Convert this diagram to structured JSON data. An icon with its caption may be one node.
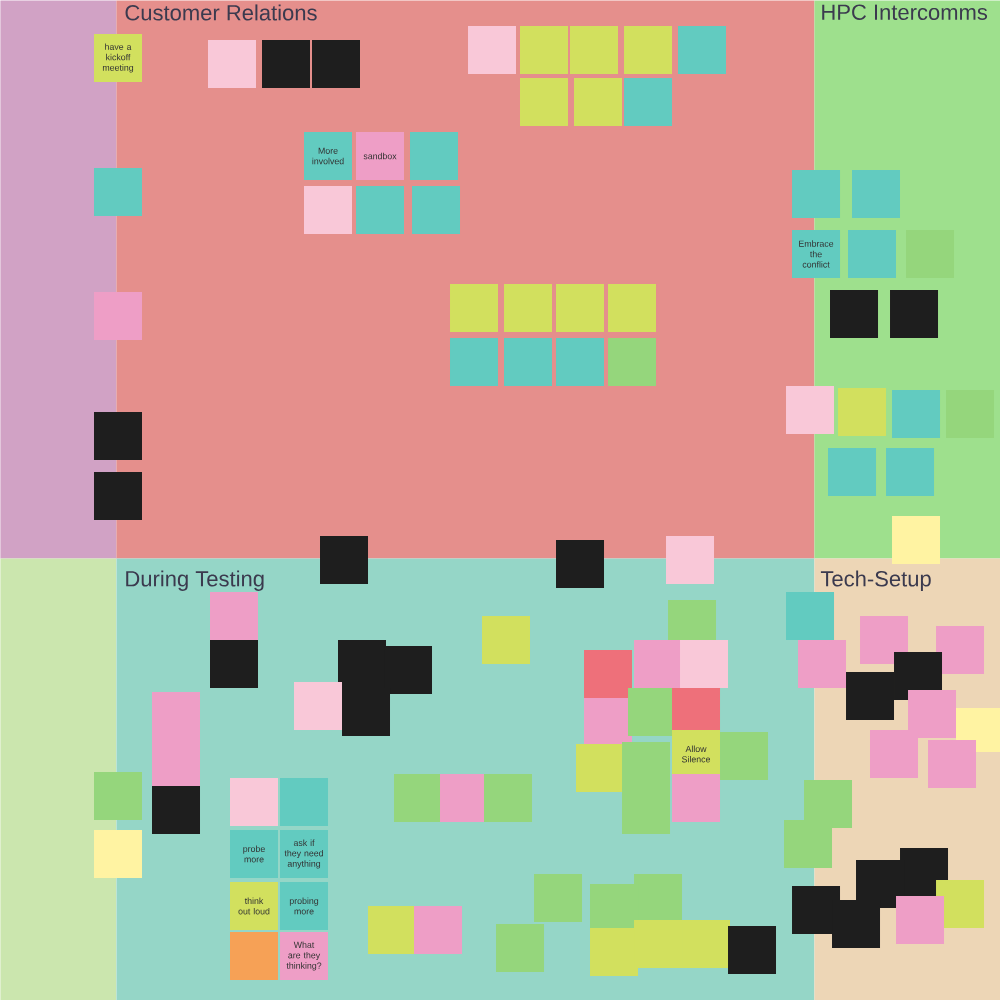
{
  "diagram": {
    "nodes": [
      {
        "text": [],
        "shape": "box"
      },
      {
        "text": [
          "Customer Relations"
        ]
      },
      {
        "text": [
          "HPC Intercomms"
        ]
      },
      {
        "text": [],
        "shape": "box"
      },
      {
        "text": [
          "During Testing"
        ]
      },
      {
        "text": [
          "Tech-Setup"
        ]
      },
      {
        "text": [
          "have a kickoff meeting"
        ]
      },
      {
        "text": [],
        "shape": "box",
        "in": 1
      },
      {
        "text": [],
        "shape": "box",
        "in": 1
      },
      {
        "text": [],
        "shape": "box",
        "in": 1
      },
      {
        "text": [],
        "shape": "box",
        "in": 1
      },
      {
        "text": [],
        "shape": "box",
        "in": 1
      },
      {
        "text": [],
        "shape": "box",
        "in": 1
      },
      {
        "text": [],
        "shape": "box",
        "in": 1
      },
      {
        "text": [],
        "shape": "box",
        "in": 1
      },
      {
        "text": [],
        "shape": "box",
        "in": 1
      },
      {
        "text": [],
        "shape": "box",
        "in": 1
      },
      {
        "text": [],
        "shape": "box",
        "in": 1
      },
      {
        "text": [
          "More involved"
        ],
        "in": 1
      },
      {
        "text": [
          "sandbox"
        ],
        "in": 1
      },
      {
        "text": [],
        "shape": "box",
        "in": 1
      },
      {
        "text": [],
        "shape": "box"
      },
      {
        "text": [],
        "shape": "box"
      },
      {
        "text": [],
        "shape": "box",
        "in": 2
      },
      {
        "text": [],
        "shape": "box",
        "in": 1
      },
      {
        "text": [],
        "shape": "box",
        "in": 1
      },
      {
        "text": [],
        "shape": "box",
        "in": 1
      },
      {
        "text": [
          "Embrace the conflict"
        ]
      },
      {
        "text": [],
        "shape": "box",
        "in": 2
      },
      {
        "text": [],
        "shape": "box",
        "in": 2
      },
      {
        "text": [],
        "shape": "box",
        "in": 1
      },
      {
        "text": [],
        "shape": "box",
        "in": 1
      },
      {
        "text": [],
        "shape": "box",
        "in": 1
      },
      {
        "text": [],
        "shape": "box",
        "in": 1
      },
      {
        "text": [],
        "shape": "box",
        "in": 2
      },
      {
        "text": [],
        "shape": "box",
        "in": 2
      },
      {
        "text": [],
        "shape": "box"
      },
      {
        "text": [],
        "shape": "box",
        "in": 1
      },
      {
        "text": [],
        "shape": "box",
        "in": 1
      },
      {
        "text": [],
        "shape": "box",
        "in": 1
      },
      {
        "text": [],
        "shape": "box",
        "in": 1
      },
      {
        "text": [],
        "shape": "box"
      },
      {
        "text": [],
        "shape": "box",
        "in": 2
      },
      {
        "text": [],
        "shape": "box",
        "in": 2
      },
      {
        "text": [],
        "shape": "box",
        "in": 2
      },
      {
        "text": [],
        "shape": "box"
      },
      {
        "text": [],
        "shape": "box",
        "in": 2
      },
      {
        "text": [],
        "shape": "box",
        "in": 2
      },
      {
        "text": [],
        "shape": "box"
      },
      {
        "text": [],
        "shape": "box"
      },
      {
        "text": [],
        "shape": "box"
      },
      {
        "text": [],
        "shape": "box"
      },
      {
        "text": [],
        "shape": "box"
      },
      {
        "text": [],
        "shape": "box",
        "in": 4
      },
      {
        "text": [],
        "shape": "box"
      },
      {
        "text": [],
        "shape": "box",
        "in": 4
      },
      {
        "text": [],
        "shape": "box",
        "in": 4
      },
      {
        "text": [],
        "shape": "box",
        "in": 5
      },
      {
        "text": [],
        "shape": "box",
        "in": 5
      },
      {
        "text": [],
        "shape": "box",
        "in": 4
      },
      {
        "text": [],
        "shape": "box",
        "in": 4
      },
      {
        "text": [],
        "shape": "box",
        "in": 4
      },
      {
        "text": [],
        "shape": "box",
        "in": 4
      },
      {
        "text": [],
        "shape": "box",
        "in": 4
      },
      {
        "text": [],
        "shape": "box",
        "in": 4
      },
      {
        "text": [],
        "shape": "box"
      },
      {
        "text": [],
        "shape": "box",
        "in": 5
      },
      {
        "text": [],
        "shape": "box",
        "in": 5
      },
      {
        "text": [],
        "shape": "box",
        "in": 4
      },
      {
        "text": [],
        "shape": "box",
        "in": 4
      },
      {
        "text": [],
        "shape": "box",
        "in": 4
      },
      {
        "text": [],
        "shape": "box",
        "in": 4
      },
      {
        "text": [],
        "shape": "box",
        "in": 4
      },
      {
        "text": [],
        "shape": "box",
        "in": 4
      },
      {
        "text": [],
        "shape": "box",
        "in": 5
      },
      {
        "text": [],
        "shape": "box",
        "in": 5
      },
      {
        "text": [
          "Allow Silence"
        ],
        "in": 4
      },
      {
        "text": [],
        "shape": "box",
        "in": 4
      },
      {
        "text": [],
        "shape": "box",
        "in": 5
      },
      {
        "text": [],
        "shape": "box",
        "in": 5
      },
      {
        "text": [],
        "shape": "box",
        "in": 4
      },
      {
        "text": [],
        "shape": "box",
        "in": 4
      },
      {
        "text": [],
        "shape": "box",
        "in": 4
      },
      {
        "text": [],
        "shape": "box"
      },
      {
        "text": [],
        "shape": "box",
        "in": 4
      },
      {
        "text": [],
        "shape": "box",
        "in": 4
      },
      {
        "text": [],
        "shape": "box",
        "in": 4
      },
      {
        "text": [],
        "shape": "box",
        "in": 4
      },
      {
        "text": [],
        "shape": "box",
        "in": 4
      },
      {
        "text": [],
        "shape": "box",
        "in": 4
      },
      {
        "text": [],
        "shape": "box"
      },
      {
        "text": [],
        "shape": "box",
        "in": 4
      },
      {
        "text": [],
        "shape": "box",
        "in": 4
      },
      {
        "text": [],
        "shape": "box"
      },
      {
        "text": [],
        "shape": "box"
      },
      {
        "text": [
          "probe more"
        ],
        "in": 4
      },
      {
        "text": [
          "ask if they need anything"
        ],
        "in": 4
      },
      {
        "text": [],
        "shape": "box",
        "in": 5
      },
      {
        "text": [],
        "shape": "box",
        "in": 5
      },
      {
        "text": [],
        "shape": "box",
        "in": 4
      },
      {
        "text": [],
        "shape": "box",
        "in": 4
      },
      {
        "text": [],
        "shape": "box",
        "in": 5
      },
      {
        "text": [
          "think out loud"
        ],
        "in": 4
      },
      {
        "text": [
          "probing more"
        ],
        "in": 4
      },
      {
        "text": [],
        "shape": "box",
        "in": 4
      },
      {
        "text": [],
        "shape": "box"
      },
      {
        "text": [],
        "shape": "box",
        "in": 5
      },
      {
        "text": [],
        "shape": "box",
        "in": 5
      },
      {
        "text": [],
        "shape": "box",
        "in": 4
      },
      {
        "text": [],
        "shape": "box",
        "in": 4
      },
      {
        "text": [],
        "shape": "box",
        "in": 4
      },
      {
        "text": [
          "What are they thinking?"
        ],
        "in": 4
      },
      {
        "text": [],
        "shape": "box",
        "in": 4
      },
      {
        "text": [],
        "shape": "box",
        "in": 4
      },
      {
        "text": [],
        "shape": "box",
        "in": 4
      },
      {
        "text": [],
        "shape": "box",
        "in": 4
      },
      {
        "text": [],
        "shape": "box",
        "in": 4
      }
    ]
  }
}
